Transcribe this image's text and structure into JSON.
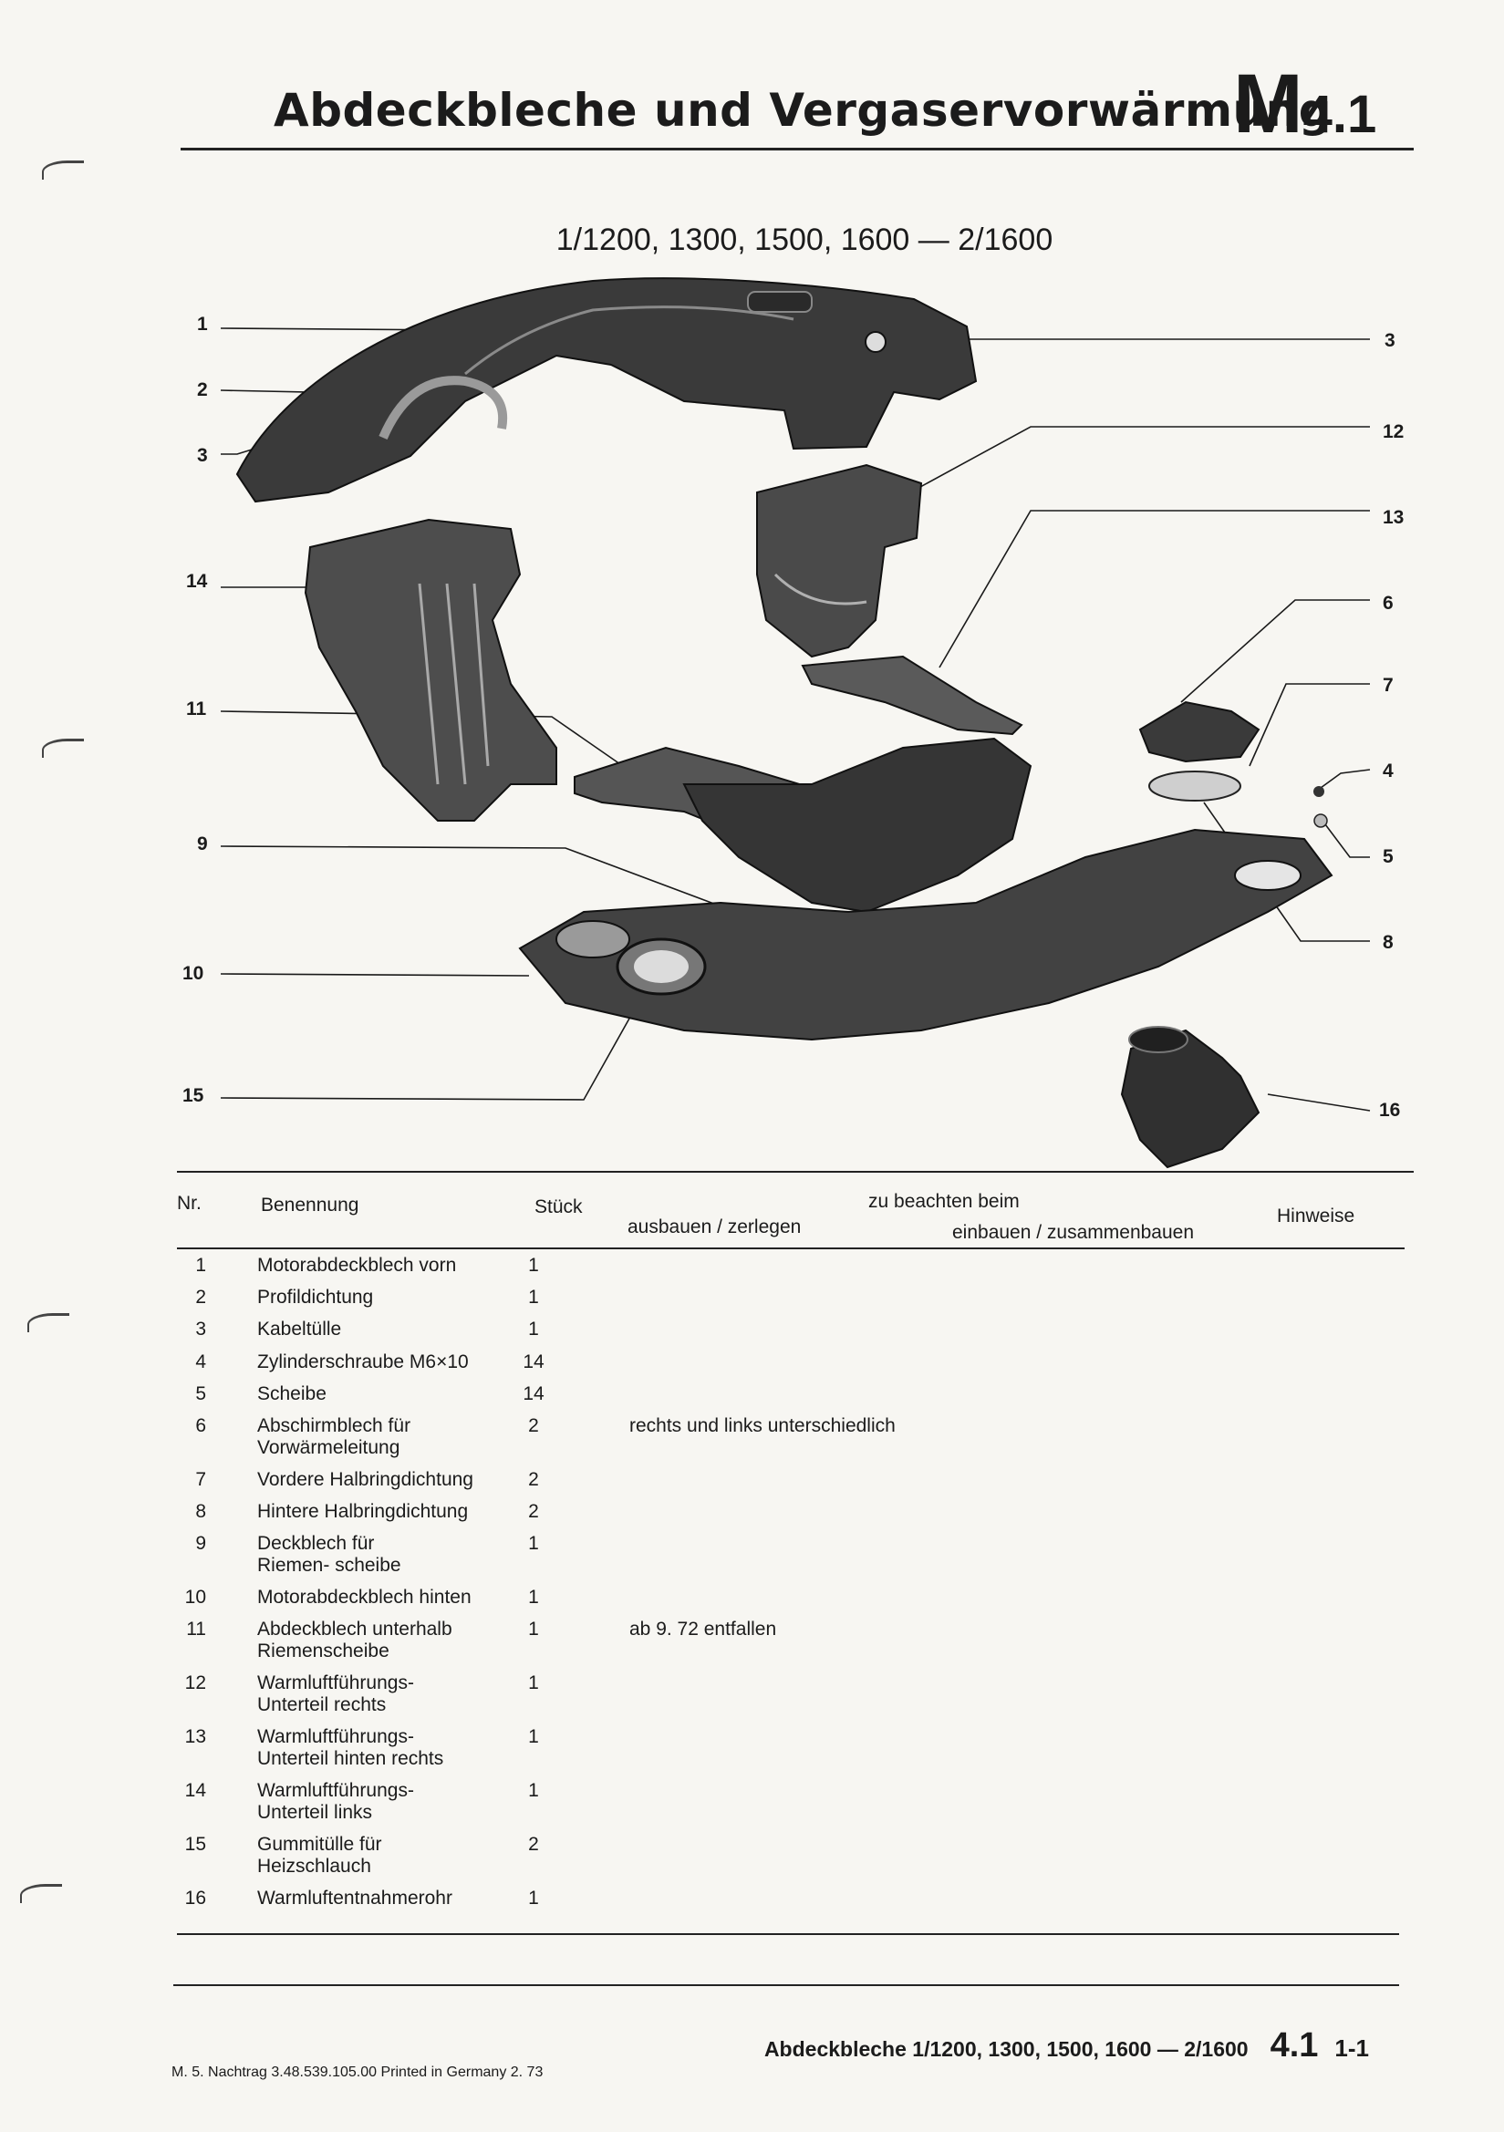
{
  "header": {
    "title": "Abdeckbleche und Vergaservorwärmung",
    "section_letter": "M",
    "section_number": "4.1"
  },
  "diagram": {
    "models": "1/1200, 1300, 1500, 1600 — 2/1600",
    "callouts_left": [
      "1",
      "2",
      "3",
      "14",
      "11",
      "9",
      "10",
      "15"
    ],
    "callouts_right": [
      "3",
      "12",
      "13",
      "6",
      "7",
      "4",
      "5",
      "8",
      "16"
    ]
  },
  "table": {
    "headers": {
      "nr": "Nr.",
      "benennung": "Benennung",
      "stueck": "Stück",
      "beachten": "zu beachten beim",
      "ausbauen": "ausbauen / zerlegen",
      "einbauen": "einbauen / zusammenbauen",
      "hinweise": "Hinweise"
    },
    "rows": [
      {
        "nr": "1",
        "name": "Motorabdeckblech vorn",
        "qty": "1",
        "note": ""
      },
      {
        "nr": "2",
        "name": "Profildichtung",
        "qty": "1",
        "note": ""
      },
      {
        "nr": "3",
        "name": "Kabeltülle",
        "qty": "1",
        "note": ""
      },
      {
        "nr": "4",
        "name": "Zylinderschraube M6×10",
        "qty": "14",
        "note": ""
      },
      {
        "nr": "5",
        "name": "Scheibe",
        "qty": "14",
        "note": ""
      },
      {
        "nr": "6",
        "name": "Abschirmblech für Vorwärmeleitung",
        "qty": "2",
        "note": "rechts und links unterschiedlich"
      },
      {
        "nr": "7",
        "name": "Vordere Halbringdichtung",
        "qty": "2",
        "note": ""
      },
      {
        "nr": "8",
        "name": "Hintere Halbringdichtung",
        "qty": "2",
        "note": ""
      },
      {
        "nr": "9",
        "name": "Deckblech für Riemen- scheibe",
        "qty": "1",
        "note": ""
      },
      {
        "nr": "10",
        "name": "Motorabdeckblech hinten",
        "qty": "1",
        "note": ""
      },
      {
        "nr": "11",
        "name": "Abdeckblech unterhalb Riemenscheibe",
        "qty": "1",
        "note": "ab 9. 72 entfallen"
      },
      {
        "nr": "12",
        "name": "Warmluftführungs- Unterteil rechts",
        "qty": "1",
        "note": ""
      },
      {
        "nr": "13",
        "name": "Warmluftführungs- Unterteil hinten rechts",
        "qty": "1",
        "note": ""
      },
      {
        "nr": "14",
        "name": "Warmluftführungs- Unterteil links",
        "qty": "1",
        "note": ""
      },
      {
        "nr": "15",
        "name": "Gummitülle für Heizschlauch",
        "qty": "2",
        "note": ""
      },
      {
        "nr": "16",
        "name": "Warmluftentnahmerohr",
        "qty": "1",
        "note": ""
      }
    ]
  },
  "footer": {
    "title": "Abdeckbleche 1/1200, 1300, 1500, 1600 — 2/1600",
    "section_number": "4.1",
    "page": "1-1",
    "print_info": "M.  5. Nachtrag  3.48.539.105.00  Printed in Germany  2. 73"
  }
}
